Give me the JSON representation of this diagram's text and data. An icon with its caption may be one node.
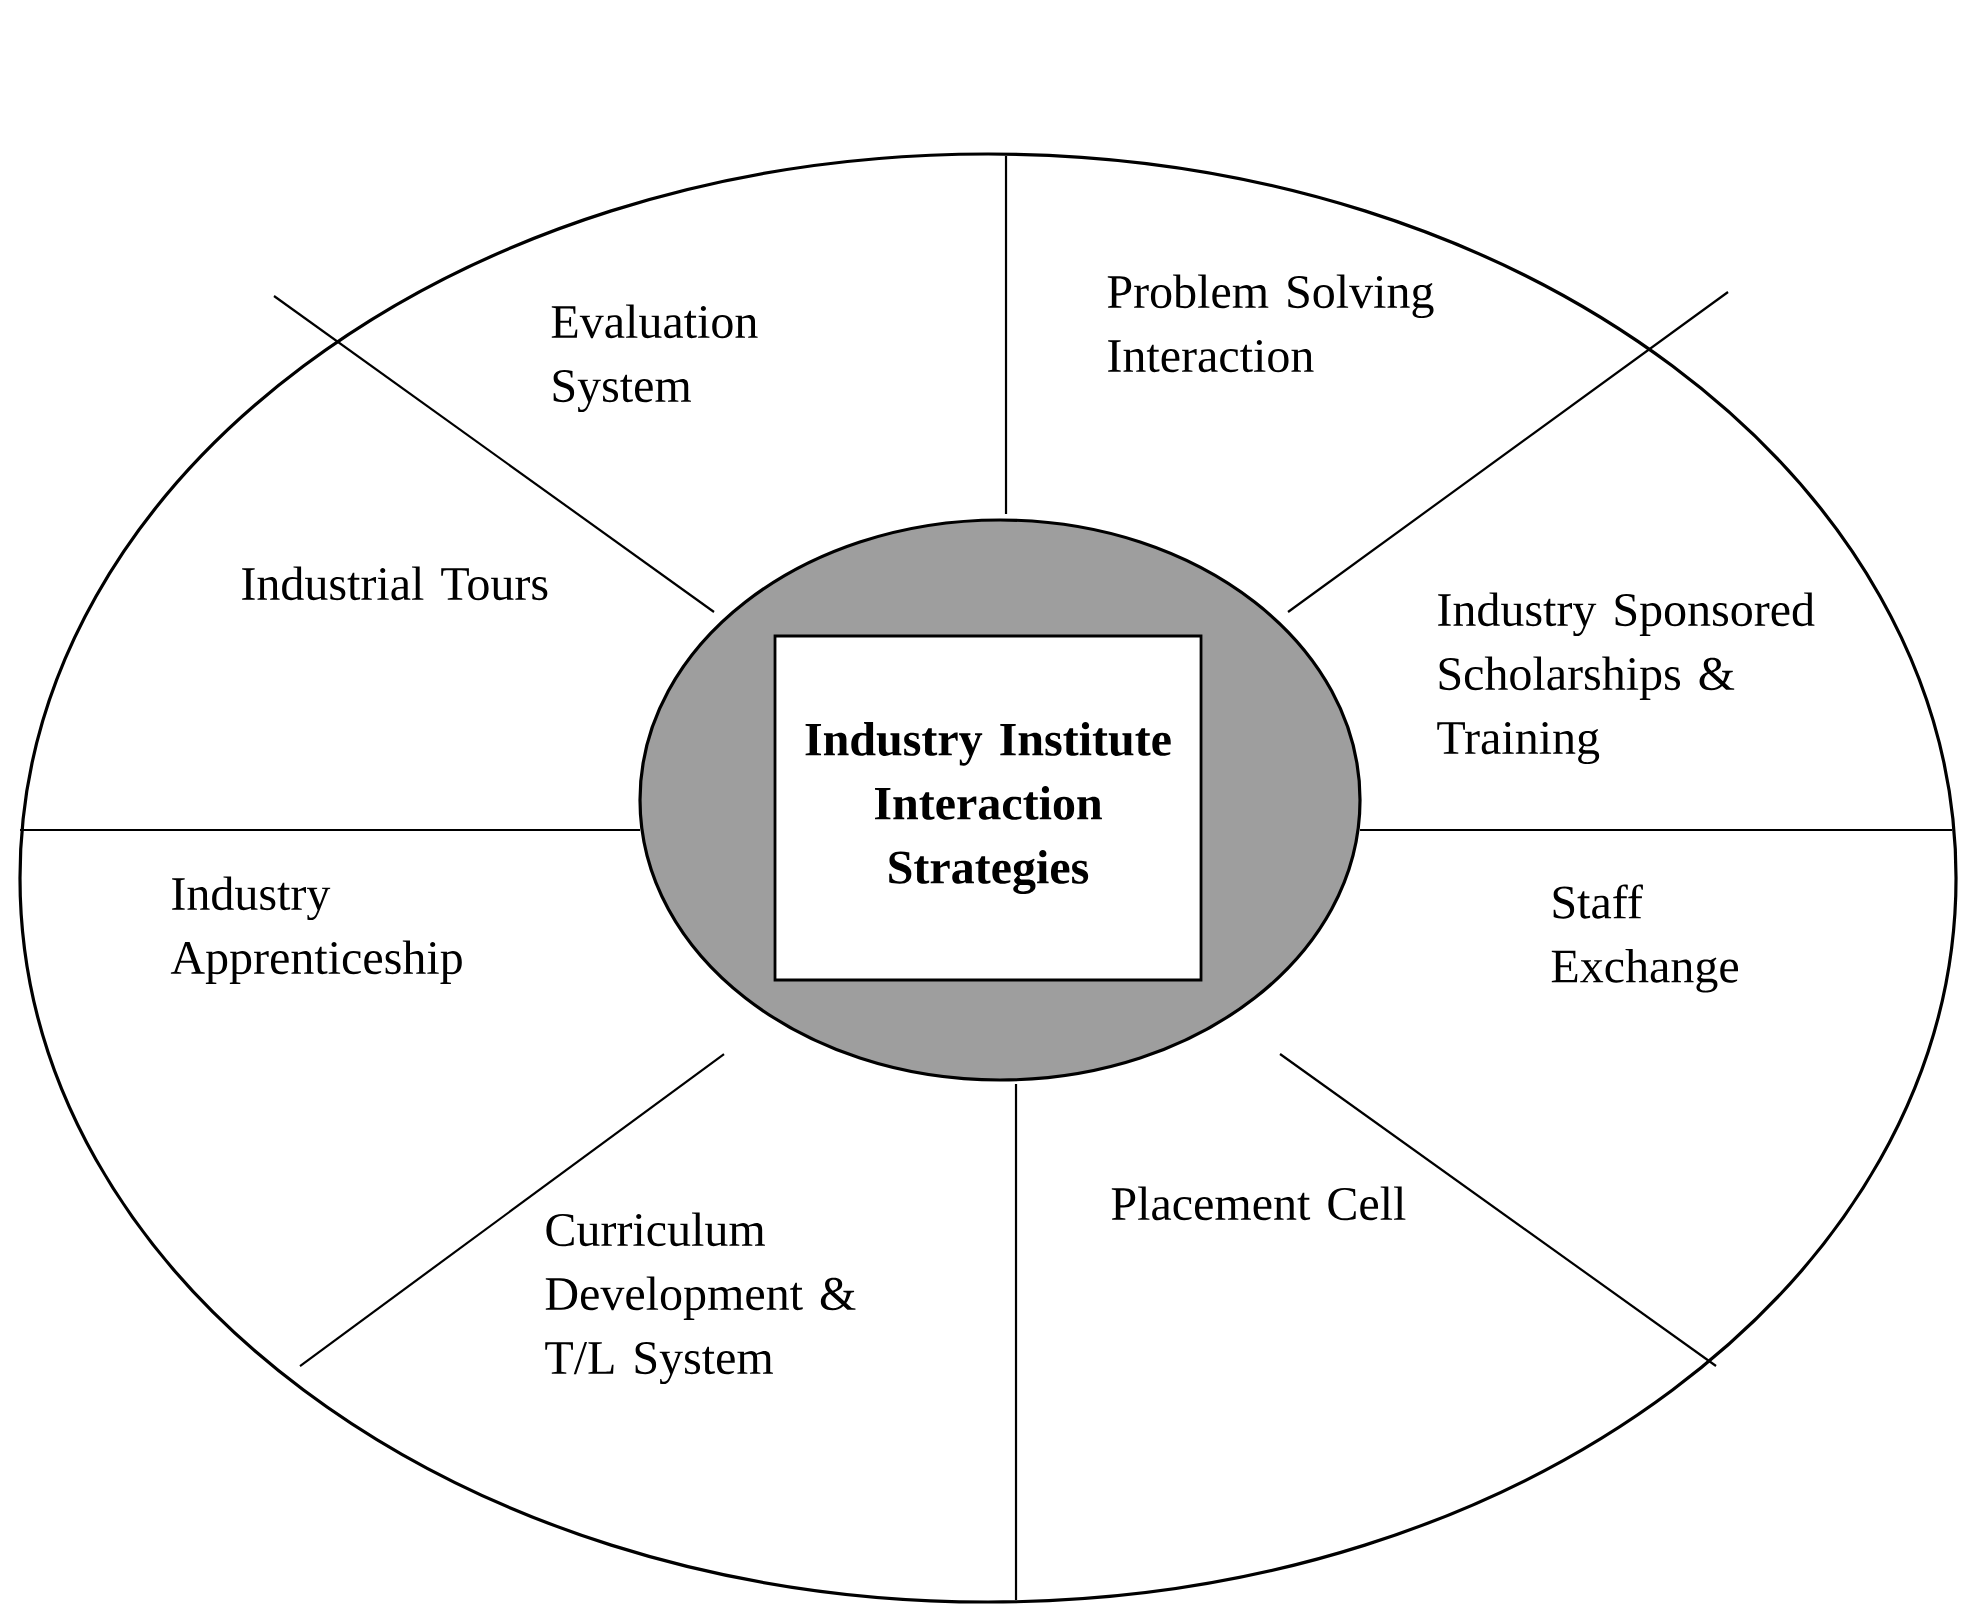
{
  "diagram": {
    "nodes": [
      {
        "text": [
          "Evaluation System"
        ]
      },
      {
        "text": [
          "Problem Solving Interaction"
        ]
      },
      {
        "text": [
          "Industrial Tours"
        ]
      },
      {
        "text": [
          "Industry Sponsored Scholarships & Training"
        ]
      },
      {
        "text": [
          "Industry Apprenticeship"
        ]
      },
      {
        "text": [
          "Staff Exchange"
        ]
      },
      {
        "text": [
          "Curriculum Development & T/L System"
        ]
      },
      {
        "text": [
          "Placement Cell"
        ]
      },
      {
        "text": [],
        "shape": "circle"
      },
      {
        "text": [
          "Industry Institute Interaction Strategies"
        ],
        "in": 8
      }
    ]
  }
}
